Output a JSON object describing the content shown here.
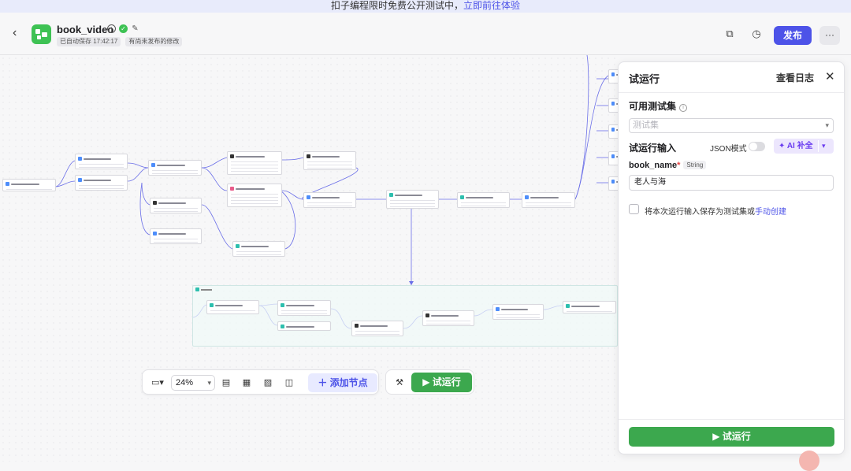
{
  "banner": {
    "text": "扣子编程限时免费公开测试中，",
    "link": "立即前往体验"
  },
  "header": {
    "title": "book_video",
    "saved_status": "已自动保存 17:42:17",
    "unpublished": "有尚未发布的修改",
    "publish_label": "发布",
    "more_label": "···"
  },
  "toolbar": {
    "zoom": "24%",
    "add_node_label": "添加节点",
    "run_label": "试运行"
  },
  "panel": {
    "title": "试运行",
    "view_log": "查看日志",
    "testset_label": "可用测试集",
    "testset_placeholder": "测试集",
    "input_label": "试运行输入",
    "json_mode": "JSON模式",
    "ai_fill": "AI 补全",
    "field_name": "book_name",
    "field_type": "String",
    "field_value": "老人与海",
    "save_checkbox_text": "将本次运行输入保存为测试集或",
    "save_checkbox_link": "手动创建",
    "run_label": "试运行"
  },
  "colors": {
    "accent": "#4d53e8",
    "run_green": "#3ca84e",
    "logo_green": "#3ec254"
  }
}
